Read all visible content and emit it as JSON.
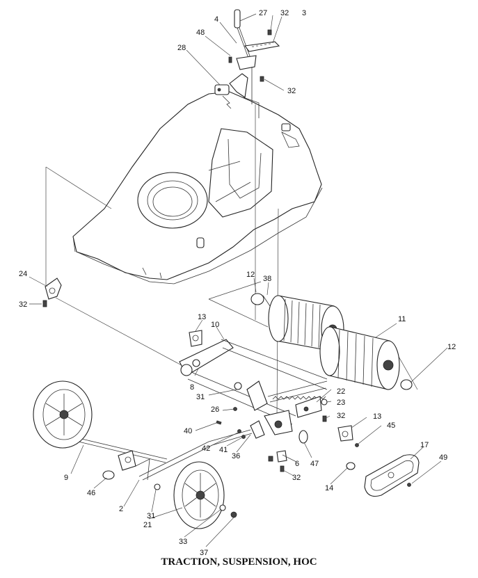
{
  "caption": "TRACTION, SUSPENSION, HOC",
  "callouts": {
    "c27": "27",
    "c32a": "32",
    "c3": "3",
    "c4": "4",
    "c48": "48",
    "c28": "28",
    "c32b": "32",
    "c24": "24",
    "c32c": "32",
    "c12a": "12",
    "c38": "38",
    "c11": "11",
    "c13a": "13",
    "c10": "10",
    "c12b": "12",
    "c8": "8",
    "c31a": "31",
    "c22": "22",
    "c23": "23",
    "c26": "26",
    "c32d": "32",
    "c13b": "13",
    "c45": "45",
    "c40": "40",
    "c42": "42",
    "c41": "41",
    "c36": "36",
    "c6": "6",
    "c47": "47",
    "c17": "17",
    "c49": "49",
    "c9": "9",
    "c32e": "32",
    "c14": "14",
    "c46": "46",
    "c2": "2",
    "c31b": "31",
    "c21": "21",
    "c33": "33",
    "c37": "37"
  }
}
